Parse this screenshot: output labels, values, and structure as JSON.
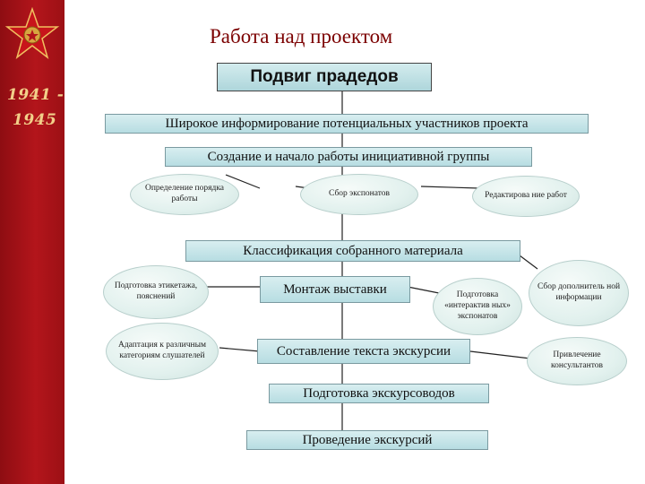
{
  "sidebar": {
    "years": [
      "1941 -",
      "1945"
    ]
  },
  "title": "Работа над проектом",
  "main_title": "Подвиг прадедов",
  "steps": {
    "inform": "Широкое информирование потенциальных участников проекта",
    "group": "Создание и начало работы инициативной группы",
    "classify": "Классификация собранного материала",
    "mount": "Монтаж выставки",
    "text": "Составление текста экскурсии",
    "guides": "Подготовка экскурсоводов",
    "tours": "Проведение экскурсий"
  },
  "ellipses": {
    "order": "Определение порядка работы",
    "collect": "Сбор экспонатов",
    "edit": "Редактирова ние работ",
    "labels": "Подготовка этикетажа, пояснений",
    "adapt": "Адаптация к различным категориям слушателей",
    "interactive": "Подготовка «интерактив ных» экспонатов",
    "extra": "Сбор дополнитель ной информации",
    "consult": "Привлечение консультантов"
  },
  "colors": {
    "sidebar": "#b3151b",
    "box_fill": "#c4e4e8",
    "title": "#7b0000",
    "ellipse_fill": "#e6f3f0"
  }
}
